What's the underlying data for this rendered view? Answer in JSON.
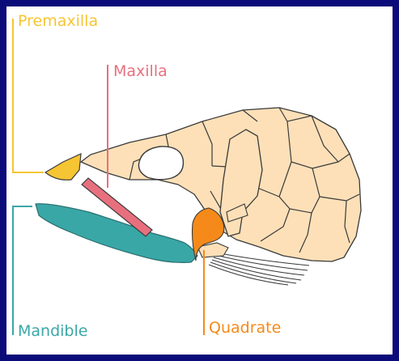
{
  "labels": {
    "premaxilla": "Premaxilla",
    "maxilla": "Maxilla",
    "mandible": "Mandible",
    "quadrate": "Quadrate"
  },
  "colors": {
    "border": "#0b0b7a",
    "background": "#ffffff",
    "skull": "#fde0b8",
    "premaxilla": "#f6c534",
    "maxilla": "#e8707e",
    "mandible": "#3aa7a7",
    "quadrate": "#f58a1a",
    "outline": "#3a3a3a"
  }
}
